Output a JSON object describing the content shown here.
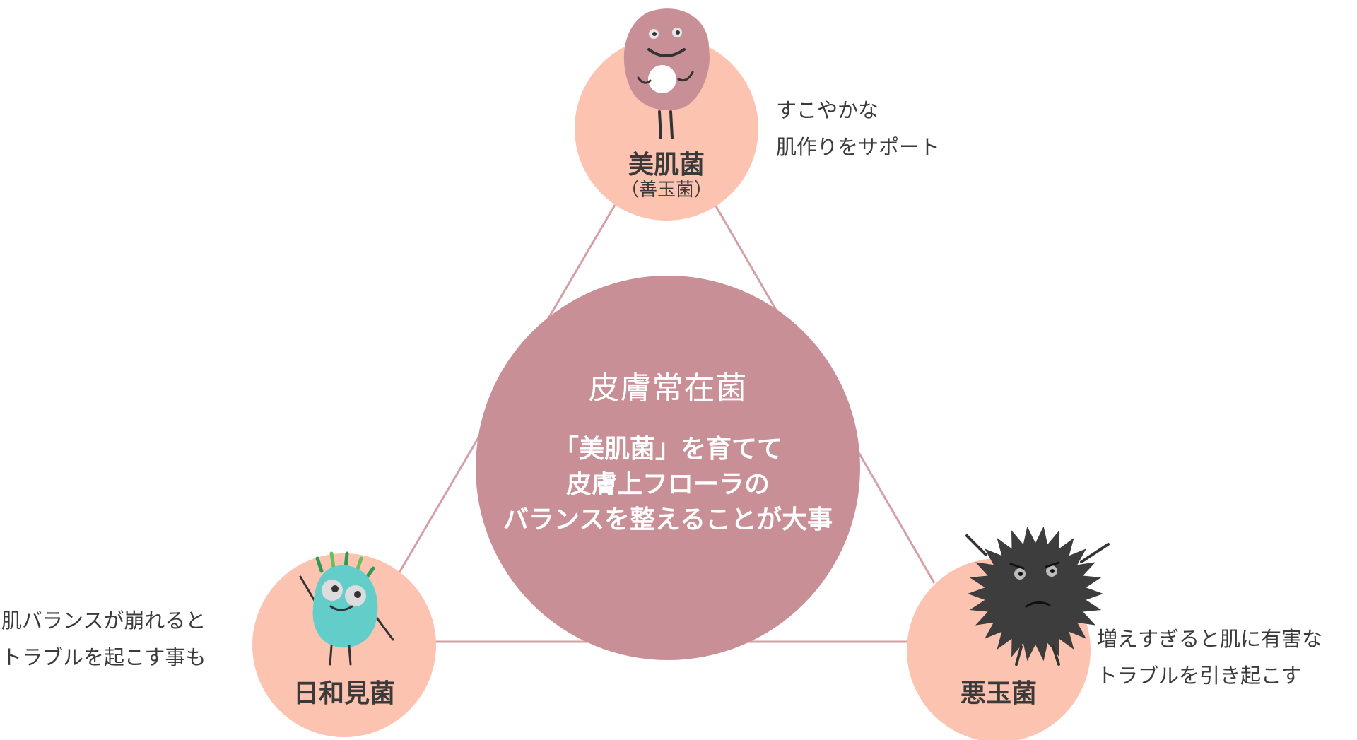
{
  "center": {
    "title": "皮膚常在菌",
    "message_lines": [
      "「美肌菌」を育てて",
      "皮膚上フローラの",
      "バランスを整えることが大事"
    ]
  },
  "nodes": {
    "top": {
      "name": "美肌菌",
      "subtitle": "（善玉菌）",
      "description_lines": [
        "すこやかな",
        "肌作りをサポート"
      ]
    },
    "left": {
      "name": "日和見菌",
      "description_lines": [
        "肌バランスが崩れると",
        "トラブルを起こす事も"
      ]
    },
    "right": {
      "name": "悪玉菌",
      "description_lines": [
        "増えすぎると肌に有害な",
        "トラブルを引き起こす"
      ]
    }
  },
  "colors": {
    "center_circle": "#c98f96",
    "node_circle": "#fcc3b1",
    "connector_line": "#d4a0a6",
    "text": "#3a3a3a",
    "bacteria_good": "#c98f96",
    "bacteria_neutral": "#62cdc9",
    "bacteria_bad": "#3d3d3d"
  }
}
